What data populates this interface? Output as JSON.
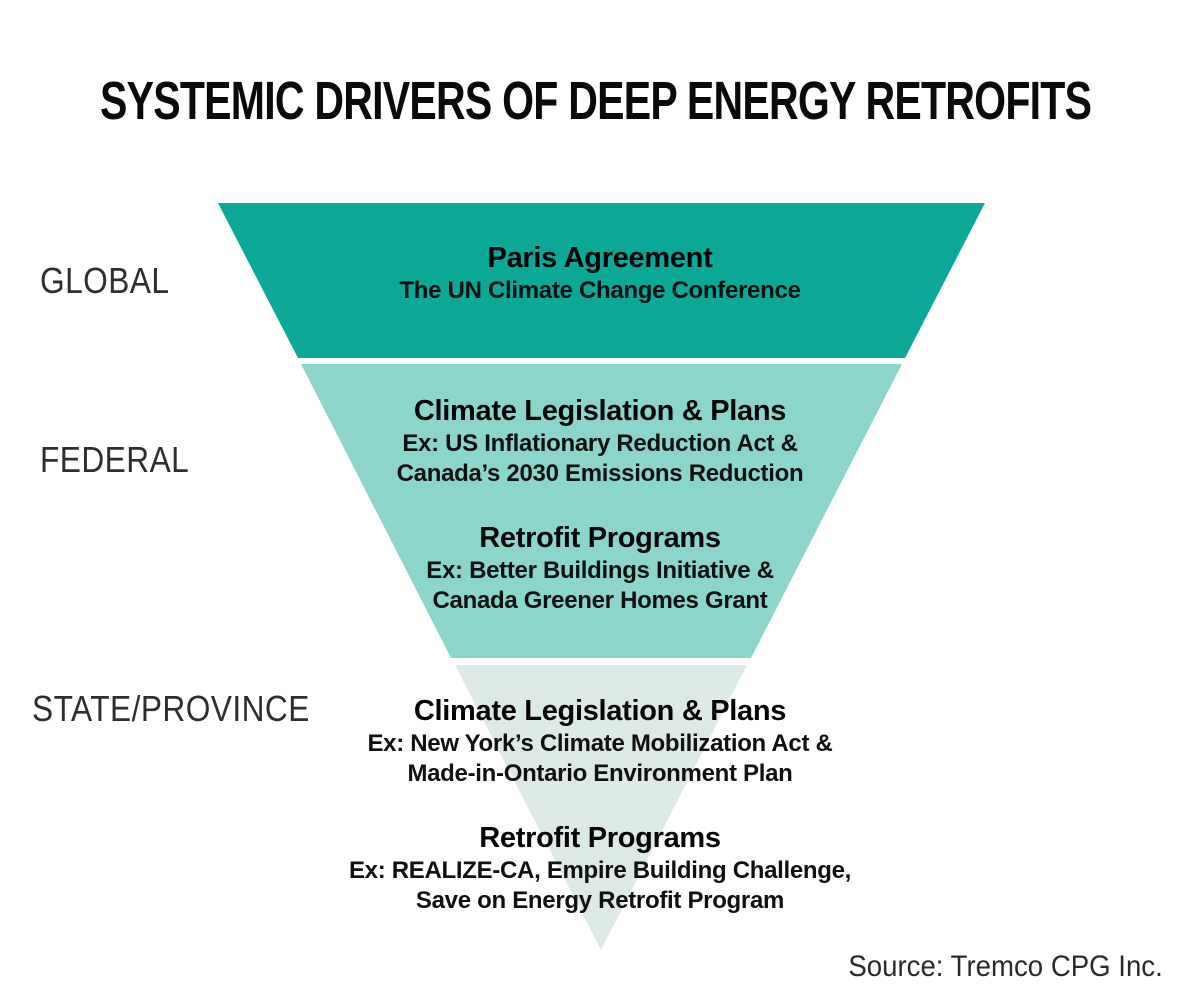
{
  "title": "SYSTEMIC DRIVERS OF DEEP ENERGY RETROFITS",
  "source": "Source: Tremco CPG Inc.",
  "colors": {
    "tier_global": "#0ba897",
    "tier_federal": "#8cd5cb",
    "tier_state": "#dde9e6",
    "text": "#050505",
    "label": "#2e2e2e"
  },
  "levels": [
    {
      "label": "GLOBAL",
      "items": [
        {
          "heading": "Paris Agreement",
          "lines": [
            "The UN Climate Change Conference"
          ]
        }
      ]
    },
    {
      "label": "FEDERAL",
      "items": [
        {
          "heading": "Climate Legislation & Plans",
          "lines": [
            "Ex: US Inflationary Reduction Act &",
            "Canada’s 2030 Emissions Reduction"
          ]
        },
        {
          "heading": "Retrofit Programs",
          "lines": [
            "Ex: Better Buildings Initiative &",
            "Canada Greener Homes Grant"
          ]
        }
      ]
    },
    {
      "label": "STATE/PROVINCE",
      "items": [
        {
          "heading": "Climate Legislation & Plans",
          "lines": [
            "Ex: New York’s Climate Mobilization Act &",
            "Made-in-Ontario Environment Plan"
          ]
        },
        {
          "heading": "Retrofit Programs",
          "lines": [
            "Ex: REALIZE-CA, Empire Building Challenge,",
            "Save on Energy Retrofit Program"
          ]
        }
      ]
    }
  ]
}
